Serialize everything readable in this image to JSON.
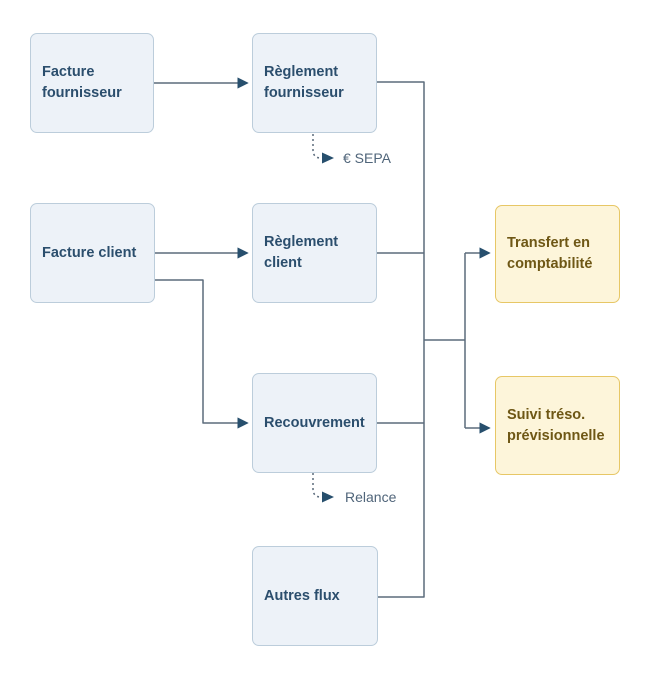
{
  "diagram": {
    "nodes": {
      "facture_fournisseur": {
        "label": "Facture fournisseur",
        "type": "process"
      },
      "reglement_fournisseur": {
        "label": "Règlement fournisseur",
        "type": "process"
      },
      "facture_client": {
        "label": "Facture client",
        "type": "process"
      },
      "reglement_client": {
        "label": "Règlement client",
        "type": "process"
      },
      "recouvrement": {
        "label": "Recouvrement",
        "type": "process"
      },
      "autres_flux": {
        "label": "Autres flux",
        "type": "process"
      },
      "transfert_comptabilite": {
        "label": "Transfert en comptabilité",
        "type": "output"
      },
      "suivi_treso": {
        "label": "Suivi tréso. prévisionnelle",
        "type": "output"
      }
    },
    "edge_labels": {
      "sepa": "€ SEPA",
      "relance": "Relance"
    },
    "edges": [
      {
        "from": "Facture fournisseur",
        "to": "Règlement fournisseur",
        "style": "solid-arrow"
      },
      {
        "from": "Règlement fournisseur",
        "to": "€ SEPA",
        "style": "dotted-arrow"
      },
      {
        "from": "Facture client",
        "to": "Règlement client",
        "style": "solid-arrow"
      },
      {
        "from": "Facture client",
        "to": "Recouvrement",
        "style": "solid-arrow"
      },
      {
        "from": "Recouvrement",
        "to": "Relance",
        "style": "dotted-arrow"
      },
      {
        "from": "Règlement fournisseur",
        "to": "collector-trunk",
        "style": "line"
      },
      {
        "from": "Règlement client",
        "to": "collector-trunk",
        "style": "line"
      },
      {
        "from": "Recouvrement",
        "to": "collector-trunk",
        "style": "line"
      },
      {
        "from": "Autres flux",
        "to": "collector-trunk",
        "style": "line"
      },
      {
        "from": "collector-trunk",
        "to": "Transfert en comptabilité",
        "style": "solid-arrow"
      },
      {
        "from": "collector-trunk",
        "to": "Suivi tréso. prévisionnelle",
        "style": "solid-arrow"
      }
    ],
    "colors": {
      "background": "#ffffff",
      "line": "#5b6b7c",
      "arrowhead": "#274f6d",
      "process_fill": "#edf2f8",
      "process_border": "#bccddb",
      "process_text": "#2b4e6d",
      "output_fill": "#fdf5da",
      "output_border": "#e7c766",
      "output_text": "#6e5715",
      "edge_label_text": "#50657a"
    }
  }
}
